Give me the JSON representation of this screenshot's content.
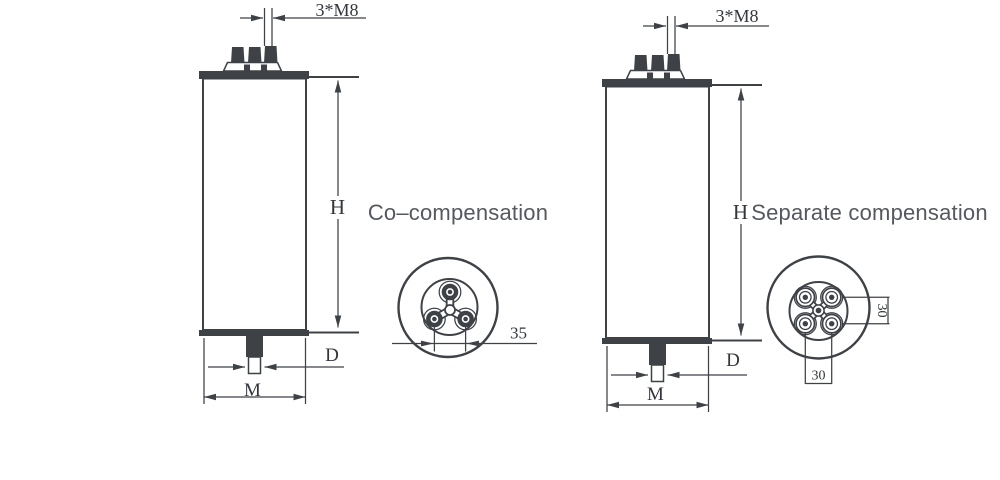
{
  "diagram": {
    "front_views": [
      {
        "name": "co-compensation-front",
        "thread_label": "3*M8",
        "height_label": "H",
        "stud_diameter_label": "D",
        "mount_width_label": "M"
      },
      {
        "name": "separate-compensation-front",
        "thread_label": "3*M8",
        "height_label": "H",
        "stud_diameter_label": "D",
        "mount_width_label": "M"
      }
    ],
    "top_views": {
      "co_compensation": {
        "title": "Co–compensation",
        "terminal_pitch": "35"
      },
      "separate_compensation": {
        "title": "Separate compensation",
        "vertical_pitch": "30",
        "horizontal_pitch": "30"
      }
    }
  },
  "colors": {
    "line": "#3e4247",
    "dim_text": "#33373c",
    "title_text": "#55595f",
    "background": "#ffffff"
  }
}
